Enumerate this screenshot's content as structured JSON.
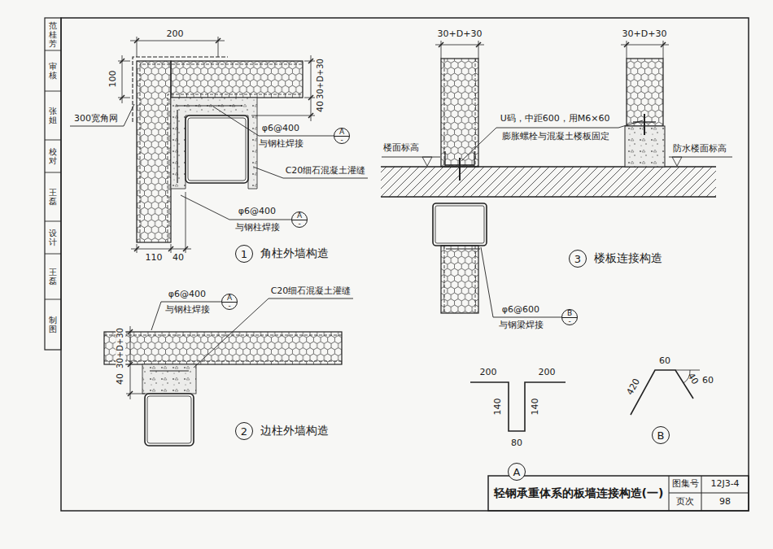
{
  "diagram": {
    "title": "轻钢承重体系的板墙连接构造(一)",
    "nodes": [
      {
        "text": [
          "A",
          "-"
        ]
      },
      {
        "text": [
          "A",
          "-"
        ]
      },
      {
        "text": [
          "1",
          "角柱外墙构造"
        ]
      },
      {
        "text": [
          "A",
          "-"
        ]
      },
      {
        "text": [
          "2",
          "边柱外墙构造"
        ]
      },
      {
        "text": [
          "B",
          "-"
        ]
      },
      {
        "text": [
          "3",
          "楼板连接构造"
        ]
      },
      {
        "text": [
          "A"
        ]
      },
      {
        "text": [
          "B"
        ]
      }
    ],
    "labels": [
      "200",
      "100",
      "300宽角网",
      "30+D+30",
      "40",
      "φ6@400",
      "与钢柱焊接",
      "C20细石混凝土灌缝",
      "φ6@400",
      "与钢柱焊接",
      "110",
      "40",
      "φ6@400",
      "与钢柱焊接",
      "C20细石混凝土灌缝",
      "30+D+30",
      "40",
      "30+D+30",
      "30+D+30",
      "楼面标高",
      "U码，中距600，用M6×60",
      "膨胀螺栓与混凝土楼板固定",
      "防水楼面标高",
      "φ6@600",
      "与钢梁焊接",
      "200",
      "200",
      "140",
      "140",
      "80",
      "60",
      "60",
      "420",
      "40",
      "图集号",
      "12J3-4",
      "页次",
      "98",
      "范桂芳",
      "审核",
      "张姐",
      "校对",
      "王磊",
      "设计",
      "王磊",
      "制图"
    ]
  }
}
